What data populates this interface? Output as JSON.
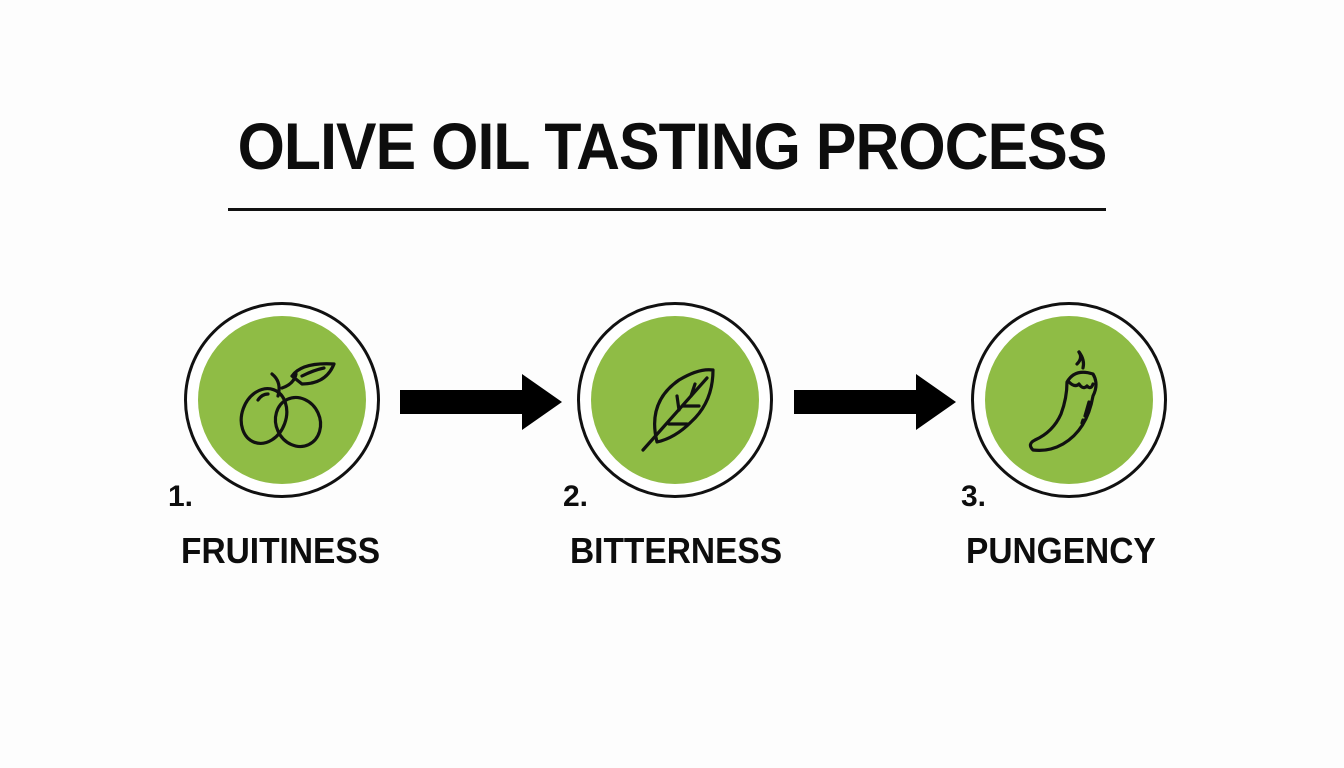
{
  "title": "OLIVE OIL TASTING PROCESS",
  "colors": {
    "accent_green": "#8fbc45",
    "ink": "#111111",
    "background": "#fdfdfd"
  },
  "steps": [
    {
      "number": "1.",
      "label": "FRUITINESS",
      "icon": "olives-icon"
    },
    {
      "number": "2.",
      "label": "BITTERNESS",
      "icon": "leaf-icon"
    },
    {
      "number": "3.",
      "label": "PUNGENCY",
      "icon": "chili-pepper-icon"
    }
  ],
  "connectors": [
    "arrow-right-icon",
    "arrow-right-icon"
  ]
}
